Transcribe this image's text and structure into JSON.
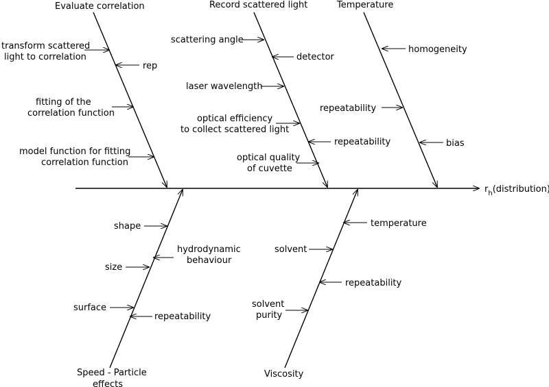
{
  "effect": {
    "main": "r",
    "sub": "h",
    "suffix": "(distribution)"
  },
  "categories": {
    "evaluate": "Evaluate correlation",
    "record": "Record scattered light",
    "temperature": "Temperature",
    "speed": [
      "Speed - Particle",
      "effects"
    ],
    "viscosity": "Viscosity"
  },
  "causes": {
    "evaluate": {
      "transform": [
        "transform scattered",
        "light to correlation"
      ],
      "rep": "rep",
      "fitting": [
        "fitting of the",
        "correlation function"
      ],
      "model": [
        "model function for fitting",
        "correlation function"
      ]
    },
    "record": {
      "angle": "scattering angle",
      "detector": "detector",
      "wavelength": "laser wavelength",
      "efficiency": [
        "optical efficiency",
        "to collect scattered light"
      ],
      "repeatability": "repeatability",
      "cuvette": [
        "optical quality",
        "of cuvette"
      ]
    },
    "temperature": {
      "homogeneity": "homogeneity",
      "repeatability": "repeatability",
      "bias": "bias"
    },
    "speed": {
      "shape": "shape",
      "hydrodynamic": [
        "hydrodynamic",
        "behaviour"
      ],
      "size": "size",
      "surface": "surface",
      "repeatability": "repeatability"
    },
    "viscosity": {
      "temperature": "temperature",
      "solvent": "solvent",
      "repeatability": "repeatability",
      "purity": [
        "solvent",
        "purity"
      ]
    }
  }
}
